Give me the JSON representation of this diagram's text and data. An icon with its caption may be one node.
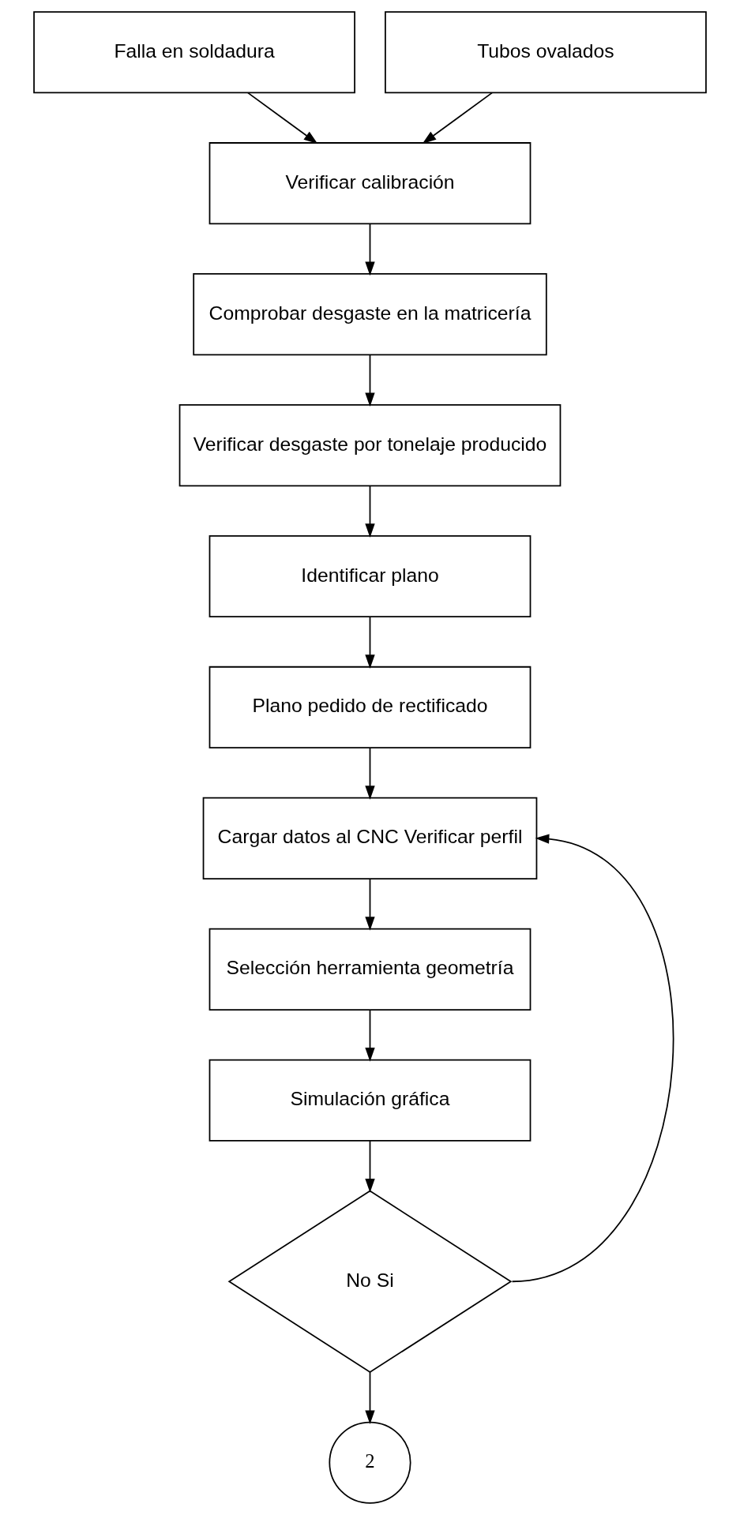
{
  "diagram": {
    "nodes": [
      {
        "text": [
          "Falla en soldadura"
        ]
      },
      {
        "text": [
          "Tubos ovalados"
        ]
      },
      {
        "text": [
          "Verificar calibración"
        ]
      },
      {
        "text": [
          "Comprobar desgaste en la matricería"
        ]
      },
      {
        "text": [
          "Verificar desgaste por tonelaje producido"
        ]
      },
      {
        "text": [
          "Identificar plano"
        ]
      },
      {
        "text": [
          "Plano pedido de rectificado"
        ]
      },
      {
        "text": [
          "Cargar datos al CNC Verificar perfil"
        ]
      },
      {
        "text": [
          "Selección herramienta geometría"
        ]
      },
      {
        "text": [
          "Simulación gráfica"
        ]
      },
      {
        "text": [
          "No Si"
        ]
      },
      {
        "text": [
          "2"
        ]
      }
    ],
    "edges": [
      {
        "from": 0,
        "to": 2,
        "arrow": "to"
      },
      {
        "from": 1,
        "to": 2,
        "arrow": "to"
      },
      {
        "from": 2,
        "to": 3,
        "arrow": "to"
      },
      {
        "from": 3,
        "to": 4,
        "arrow": "to"
      },
      {
        "from": 4,
        "to": 5,
        "arrow": "to"
      },
      {
        "from": 5,
        "to": 6,
        "arrow": "to"
      },
      {
        "from": 6,
        "to": 7,
        "arrow": "to"
      },
      {
        "from": 7,
        "to": 8,
        "arrow": "to"
      },
      {
        "from": 8,
        "to": 9,
        "arrow": "to"
      },
      {
        "from": 9,
        "to": 10,
        "arrow": "to"
      },
      {
        "from": 10,
        "to": 11,
        "arrow": "to"
      },
      {
        "from": 10,
        "to": 7,
        "arrow": "to"
      }
    ]
  }
}
